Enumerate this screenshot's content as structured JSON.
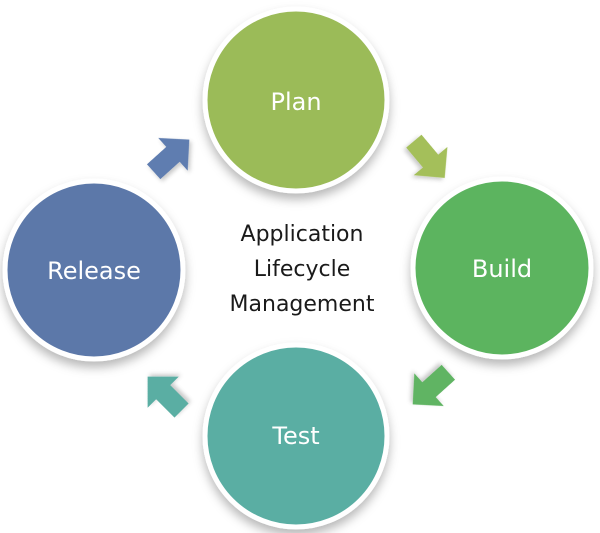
{
  "diagram": {
    "center_lines": [
      "Application",
      "Lifecycle",
      "Management"
    ],
    "nodes": [
      {
        "id": "plan",
        "label": "Plan",
        "color": "#9bbb59"
      },
      {
        "id": "build",
        "label": "Build",
        "color": "#5bb45f"
      },
      {
        "id": "test",
        "label": "Test",
        "color": "#5aaea3"
      },
      {
        "id": "release",
        "label": "Release",
        "color": "#5c78a9"
      }
    ],
    "arrows": [
      {
        "from": "plan",
        "to": "build",
        "color": "#a4bf5a"
      },
      {
        "from": "build",
        "to": "test",
        "color": "#60b463"
      },
      {
        "from": "test",
        "to": "release",
        "color": "#5aaea3"
      },
      {
        "from": "release",
        "to": "plan",
        "color": "#5f7db0"
      }
    ]
  }
}
